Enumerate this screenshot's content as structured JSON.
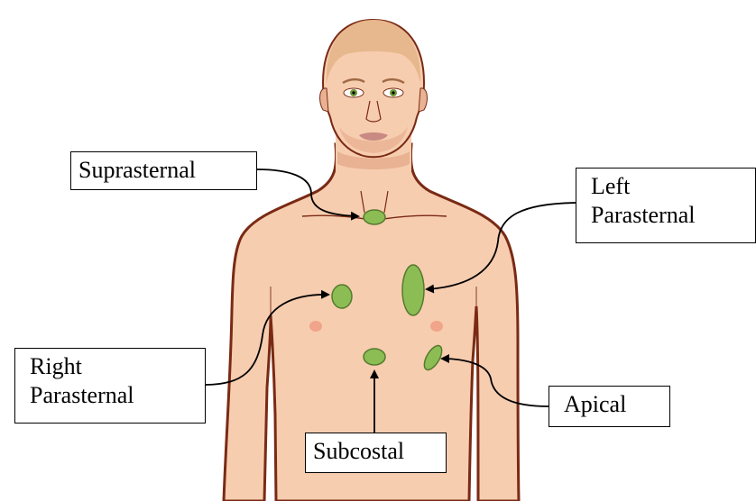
{
  "labels": {
    "suprasternal": {
      "lines": [
        "Suprasternal"
      ]
    },
    "left_parasternal": {
      "lines": [
        "Left",
        "Parasternal"
      ]
    },
    "right_parasternal": {
      "lines": [
        "Right",
        "Parasternal"
      ]
    },
    "apical": {
      "lines": [
        "Apical"
      ]
    },
    "subcostal": {
      "lines": [
        "Subcostal"
      ]
    }
  },
  "colors": {
    "skin": "#f7cdb0",
    "skin_shadow": "#e8b293",
    "outline": "#7a2a14",
    "hair": "#e7b88d",
    "lips": "#c88a82",
    "iris": "#6f9a3a",
    "nipple": "#f0a48a",
    "window_fill": "#8cbd55",
    "window_stroke": "#557a2c",
    "arrow": "#000000"
  }
}
